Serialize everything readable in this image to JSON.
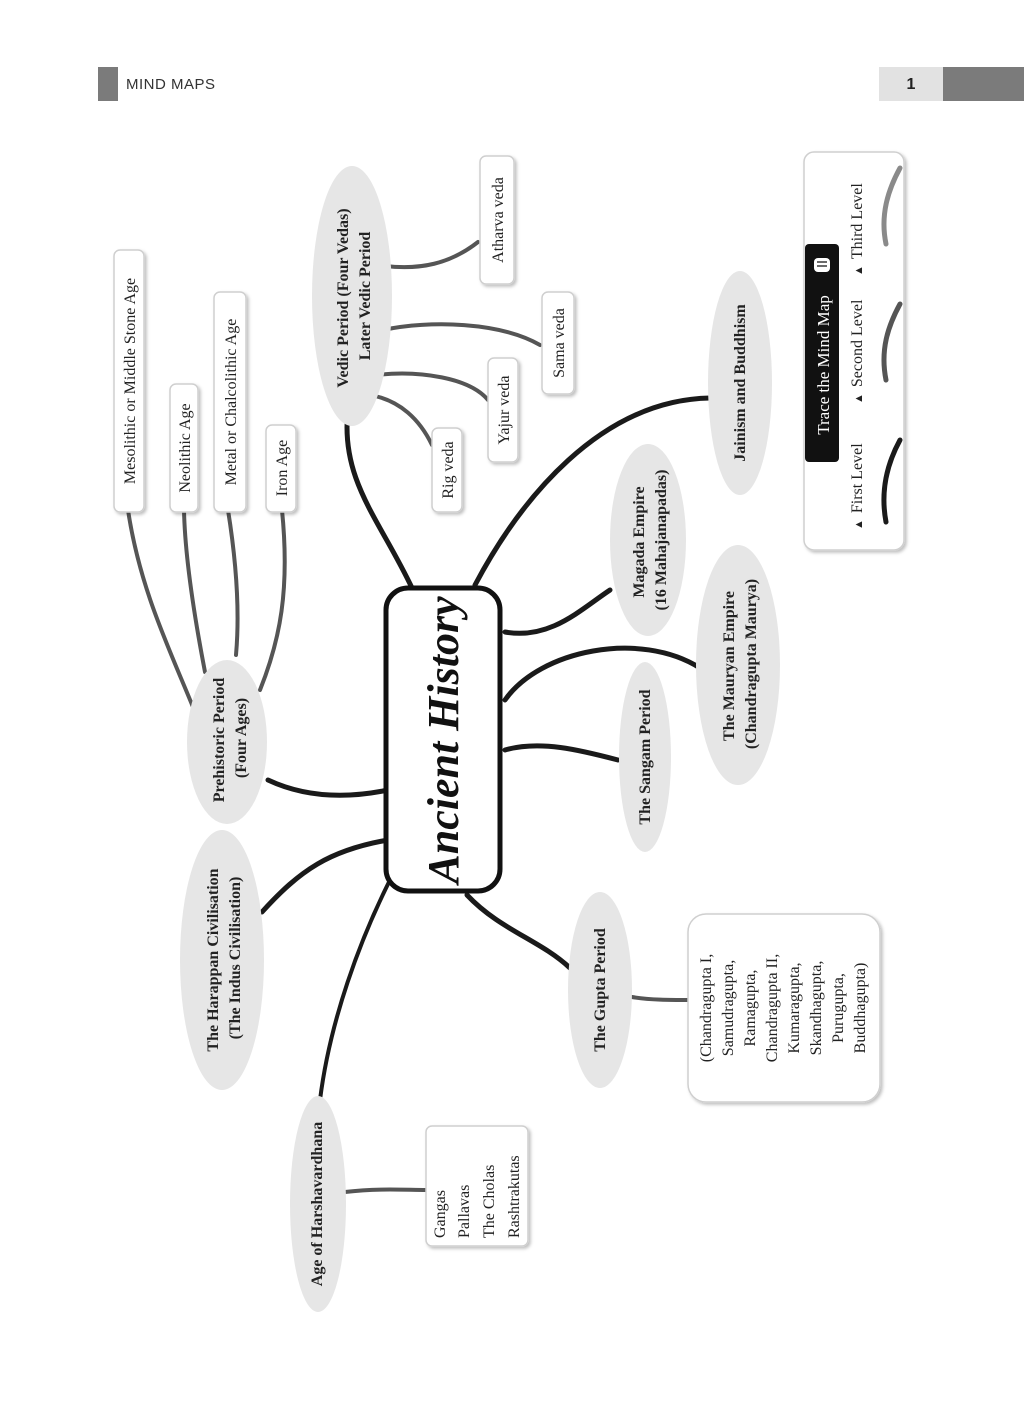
{
  "header": {
    "section": "MIND MAPS",
    "page_number": "1"
  },
  "center": {
    "title": "Ancient History"
  },
  "branches": {
    "prehistoric": {
      "line1": "Prehistoric Period",
      "line2": "(Four Ages)"
    },
    "harappan": {
      "line1": "The Harappan Civilisation",
      "line2": "(The Indus Civilisation)"
    },
    "harsha": {
      "label": "Age of Harshavardhana"
    },
    "vedic": {
      "line1": "Vedic Period (Four Vedas)",
      "line2": "Later Vedic Period"
    },
    "jainism": {
      "label": "Jainism and Buddhism"
    },
    "magada": {
      "line1": "Magada Empire",
      "line2": "(16 Mahajanapadas)"
    },
    "mauryan": {
      "line1": "The Mauryan Empire",
      "line2": "(Chandragupta Maurya)"
    },
    "sangam": {
      "label": "The Sangam Period"
    },
    "gupta": {
      "label": "The Gupta Period"
    }
  },
  "ages": [
    "Mesolithic or Middle Stone Age",
    "Neolithic Age",
    "Metal or Chalcolithic Age",
    "Iron Age"
  ],
  "vedas": [
    "Rig veda",
    "Yajur veda",
    "Sama veda",
    "Atharva veda"
  ],
  "harsha_dynasties": [
    "Gangas",
    "Pallavas",
    "The Cholas",
    "Rashtrakutas"
  ],
  "gupta_rulers": [
    "(Chandragupta I,",
    "Samudragupta,",
    "Ramagupta,",
    "Chandragupta II,",
    "Kumaragupta,",
    "Skandhagupta,",
    "Purugupta,",
    "Buddhagupta)"
  ],
  "legend": {
    "title": "Trace the Mind Map",
    "first": "First Level",
    "second": "Second Level",
    "third": "Third Level",
    "hand_icon": "pointing-hand-icon"
  },
  "colors": {
    "level1": "#1a1a1a",
    "level2": "#555555",
    "level3": "#8a8a8a",
    "oval": "#e6e6e6",
    "header_bar": "#7b7b7b",
    "header_box": "#e2e2e2"
  }
}
